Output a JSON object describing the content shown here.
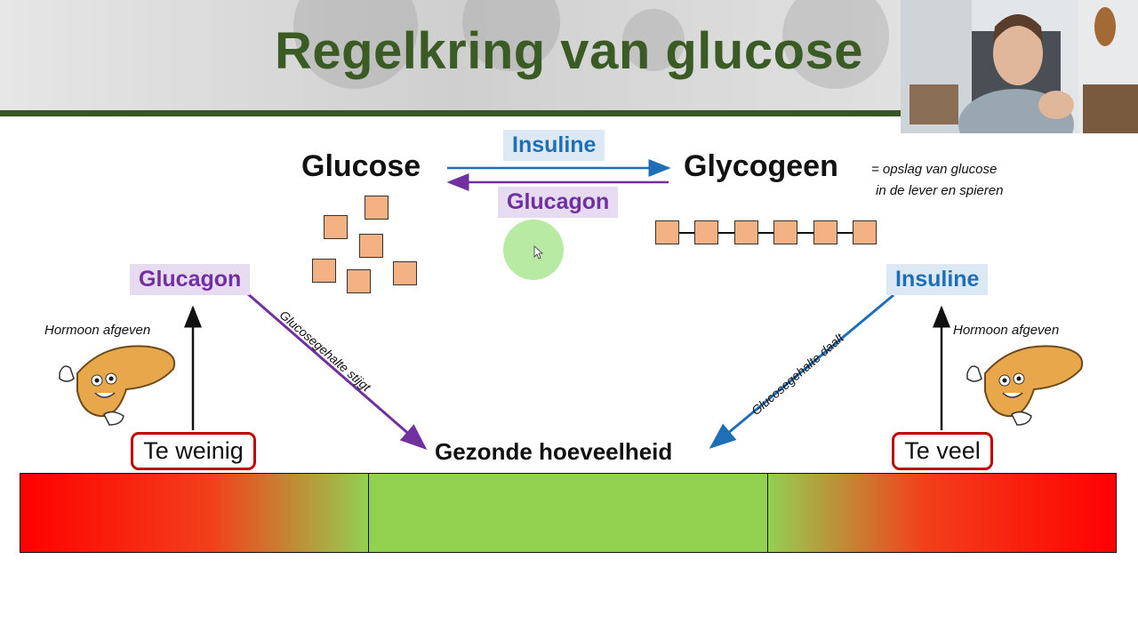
{
  "slide": {
    "title": "Regelkring van glucose",
    "glucose_label": "Glucose",
    "glycogeen_label": "Glycogeen",
    "insuline_top": "Insuline",
    "glucagon_top": "Glucagon",
    "glycogeen_note_line1": "= opslag van glucose",
    "glycogeen_note_line2": "in de lever en spieren",
    "glucagon_left": "Glucagon",
    "insuline_right": "Insuline",
    "hormoon_left": "Hormoon afgeven",
    "hormoon_right": "Hormoon afgeven",
    "stijgt_label": "Glucosegehalte stijgt",
    "daalt_label": "Glucosegehalte daalt",
    "te_weinig": "Te weinig",
    "gezonde": "Gezonde hoeveelheid",
    "te_veel": "Te veel"
  },
  "colors": {
    "title_green": "#3b5b25",
    "header_rule": "#375623",
    "insuline_blue": "#1f6fb8",
    "glucagon_purple": "#7030a0",
    "healthy_green": "#92d050",
    "danger_red": "#ff0000",
    "square_orange": "#f4b183",
    "cursor_highlight": "#7ed957"
  },
  "icons": {
    "left_character": "pancreas-thumbs-up-icon",
    "right_character": "pancreas-thumbs-up-icon",
    "cursor": "mouse-cursor-icon"
  }
}
